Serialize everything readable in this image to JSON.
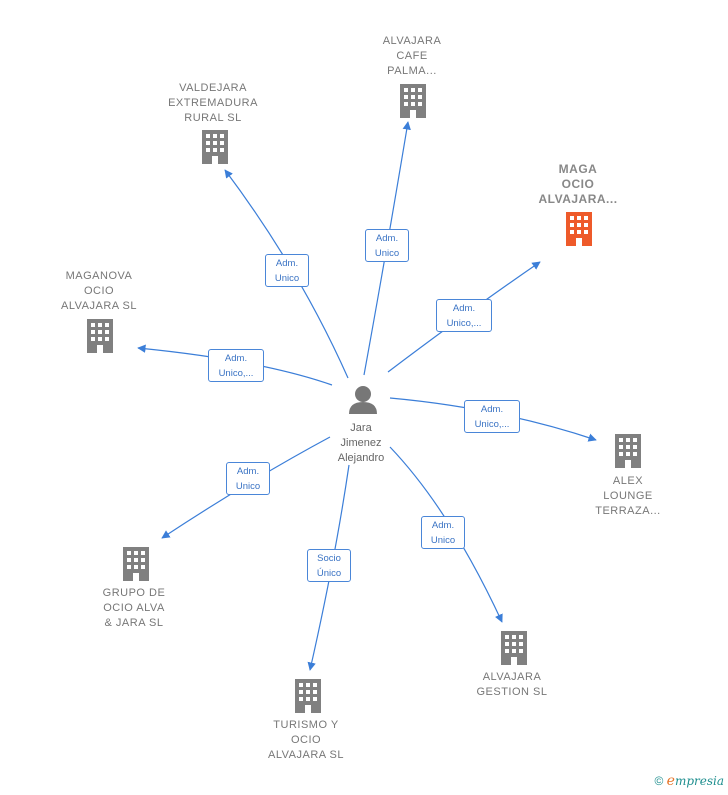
{
  "center": {
    "name": "Jara\nJimenez\nAlejandro"
  },
  "colors": {
    "node": "#808080",
    "highlight": "#ee5a2a",
    "edge": "#3b7ed8",
    "person": "#777777"
  },
  "nodes": [
    {
      "id": "valdejara",
      "label": "VALDEJARA\nEXTREMADURA\nRURAL  SL",
      "highlight": false,
      "edge_label": "Adm.\nUnico"
    },
    {
      "id": "alvajara-cafe",
      "label": "ALVAJARA\nCAFE\nPALMA...",
      "highlight": false,
      "edge_label": "Adm.\nUnico"
    },
    {
      "id": "maga-ocio",
      "label": "MAGA\nOCIO\nALVAJARA...",
      "highlight": true,
      "edge_label": "Adm.\nUnico,..."
    },
    {
      "id": "maganova",
      "label": "MAGANOVA\nOCIO\nALVAJARA  SL",
      "highlight": false,
      "edge_label": "Adm.\nUnico,..."
    },
    {
      "id": "alex-lounge",
      "label": "ALEX\nLOUNGE\nTERRAZA...",
      "highlight": false,
      "edge_label": "Adm.\nUnico,..."
    },
    {
      "id": "grupo-ocio",
      "label": "GRUPO DE\nOCIO ALVA\n& JARA SL",
      "highlight": false,
      "edge_label": "Adm.\nUnico"
    },
    {
      "id": "alvajara-gestion",
      "label": "ALVAJARA\nGESTION SL",
      "highlight": false,
      "edge_label": "Adm.\nUnico"
    },
    {
      "id": "turismo-ocio",
      "label": "TURISMO Y\nOCIO\nALVAJARA  SL",
      "highlight": false,
      "edge_label": "Socio\nÚnico"
    }
  ],
  "brand": {
    "copyright": "©",
    "e": "e",
    "rest": "mpresia"
  }
}
